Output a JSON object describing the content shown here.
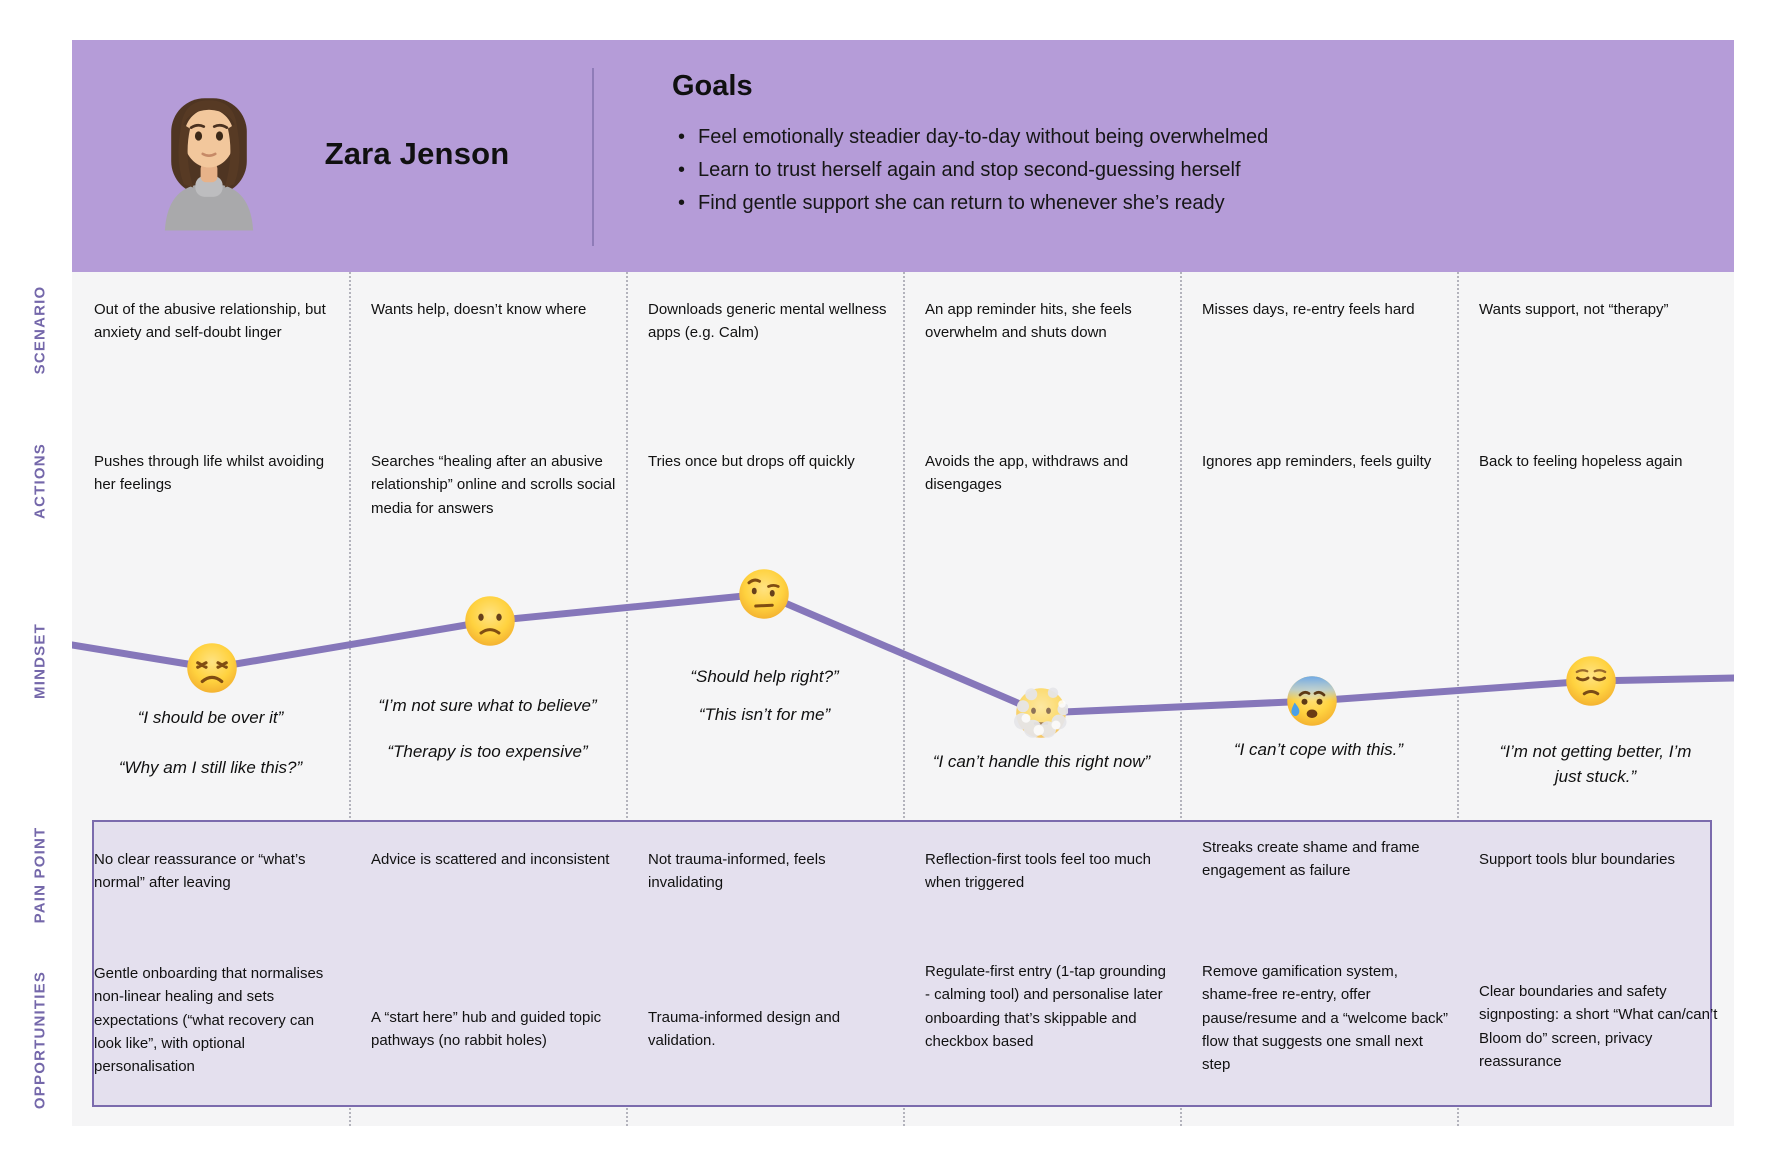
{
  "persona": {
    "name": "Zara Jenson",
    "avatar": "woman-avatar",
    "goals_title": "Goals",
    "goals": [
      "Feel emotionally steadier day-to-day without being overwhelmed",
      "Learn to trust herself again and stop second-guessing herself",
      "Find gentle support she can return to whenever she’s ready"
    ]
  },
  "row_labels": {
    "scenario": "SCENARIO",
    "actions": "ACTIONS",
    "mindset": "MINDSET",
    "pain": "PAIN POINT",
    "opportunities": "OPPORTUNITIES"
  },
  "columns": [
    {
      "scenario": "Out of the abusive relationship, but anxiety and self-doubt linger",
      "action": "Pushes through life whilst avoiding her feelings",
      "mindset": {
        "emoji": "persevering-face",
        "quotes": [
          "“I should be over it”",
          "“Why am I still like this?”"
        ]
      },
      "pain": "No clear reassurance or “what’s normal” after leaving",
      "opportunity": "Gentle onboarding that normalises non-linear healing and sets expectations (“what recovery can look like”, with optional personalisation"
    },
    {
      "scenario": "Wants help, doesn’t know where",
      "action": "Searches “healing after an abusive relationship” online and scrolls social media for answers",
      "mindset": {
        "emoji": "slightly-frowning-face",
        "quotes": [
          "“I’m not sure what to believe”",
          "“Therapy is too expensive”"
        ]
      },
      "pain": "Advice is scattered and inconsistent",
      "opportunity": "A “start here” hub and guided topic pathways (no rabbit holes)"
    },
    {
      "scenario": "Downloads generic mental wellness apps (e.g. Calm)",
      "action": "Tries once but drops off quickly",
      "mindset": {
        "emoji": "face-with-raised-eyebrow",
        "quotes": [
          "“Should help right?”",
          "“This isn’t for me”"
        ]
      },
      "pain": "Not trauma-informed, feels invalidating",
      "opportunity": "Trauma-informed design and validation."
    },
    {
      "scenario": "An app reminder hits, she feels overwhelm and shuts down",
      "action": "Avoids the app, withdraws and disengages",
      "mindset": {
        "emoji": "face-in-clouds",
        "quotes": [
          "“I can’t handle this right now”"
        ]
      },
      "pain": "Reflection-first tools feel too much when triggered",
      "opportunity": "Regulate-first entry (1-tap grounding - calming tool) and personalise later onboarding that’s skippable and checkbox based"
    },
    {
      "scenario": "Misses days, re-entry feels hard",
      "action": "Ignores app reminders, feels guilty",
      "mindset": {
        "emoji": "anxious-face-with-sweat",
        "quotes": [
          "“I can’t cope with this.”"
        ]
      },
      "pain": "Streaks create shame and frame engagement as failure",
      "opportunity": "Remove gamification system, shame-free re-entry, offer pause/resume and a “welcome back” flow that suggests one small next step"
    },
    {
      "scenario": "Wants support, not “therapy”",
      "action": "Back to feeling hopeless again",
      "mindset": {
        "emoji": "pensive-face",
        "quotes": [
          "“I’m not getting better, I’m just stuck.”"
        ]
      },
      "pain": "Support tools blur boundaries",
      "opportunity": "Clear boundaries and safety signposting: a short “What can/can’t Bloom do” screen, privacy reassurance"
    }
  ],
  "colors": {
    "header_bg": "#b59cd8",
    "label_purple": "#7467aa",
    "journey_line": "#8677ba",
    "box_fill": "#e4e0ee",
    "box_border": "#7b6bad",
    "grid_bg": "#f5f5f6"
  }
}
